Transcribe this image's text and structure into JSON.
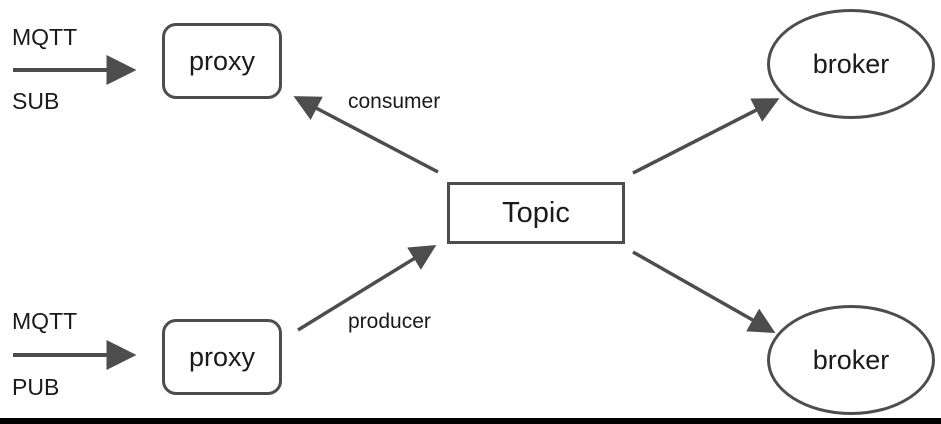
{
  "diagram": {
    "nodes": {
      "proxy_top": "proxy",
      "proxy_bottom": "proxy",
      "topic": "Topic",
      "broker_top": "broker",
      "broker_bottom": "broker"
    },
    "labels": {
      "sub_protocol": "MQTT",
      "sub_action": "SUB",
      "pub_protocol": "MQTT",
      "pub_action": "PUB",
      "consumer": "consumer",
      "producer": "producer"
    },
    "colors": {
      "stroke": "#4d4d4d",
      "text": "#1a1a1a",
      "background": "#ffffff",
      "bottom_rule": "#000000"
    }
  }
}
